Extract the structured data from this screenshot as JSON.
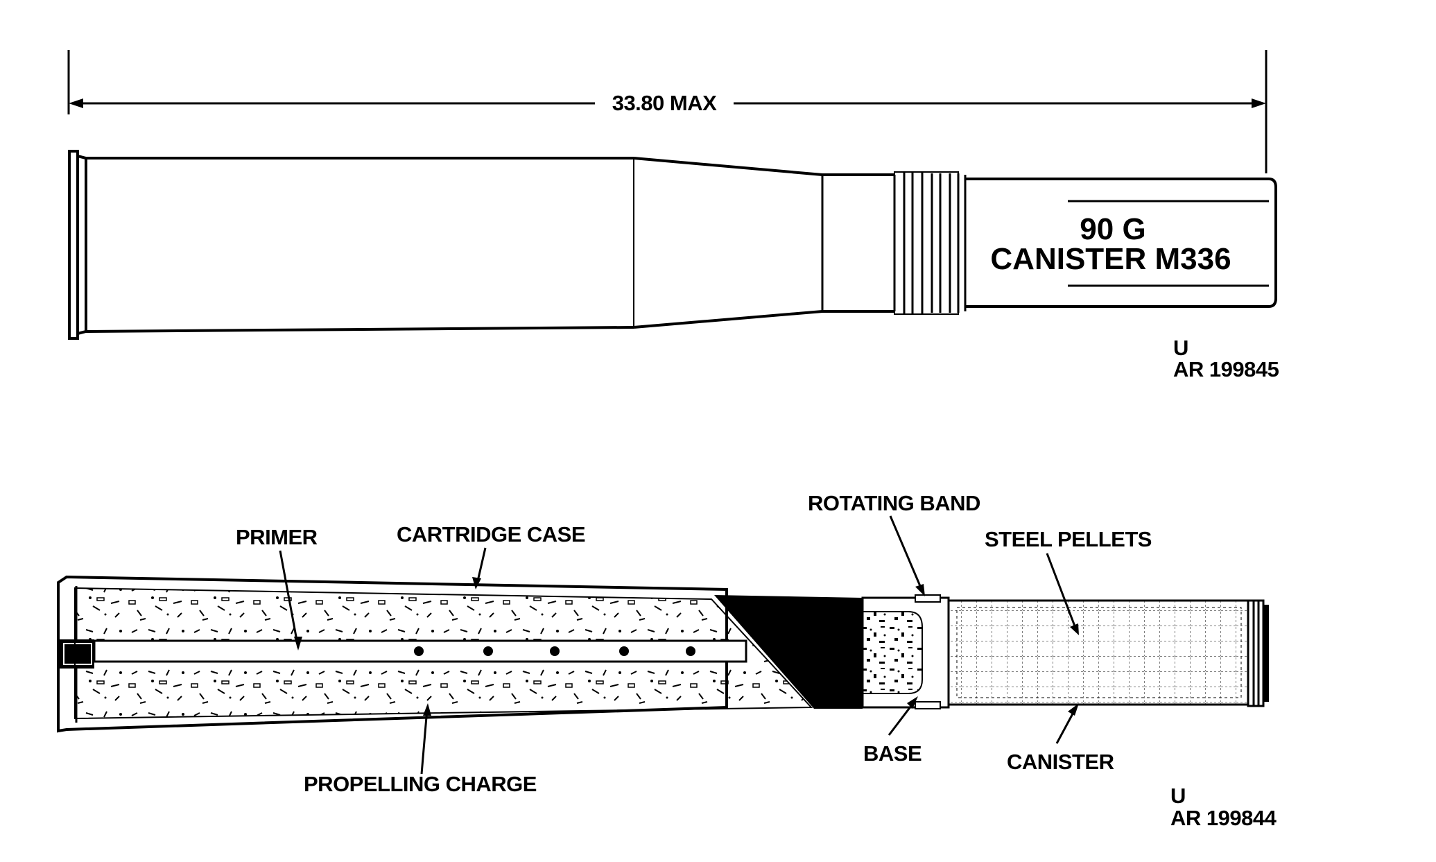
{
  "top_view": {
    "dimension_label": "33.80 MAX",
    "marking_line1": "90 G",
    "marking_line2": "CANISTER  M336",
    "drawing_code_letter": "U",
    "drawing_code_number": "AR 199845"
  },
  "bottom_view": {
    "labels": {
      "primer": "PRIMER",
      "cartridge_case": "CARTRIDGE CASE",
      "rotating_band": "ROTATING BAND",
      "steel_pellets": "STEEL PELLETS",
      "base": "BASE",
      "canister": "CANISTER",
      "propelling_charge": "PROPELLING CHARGE"
    },
    "drawing_code_letter": "U",
    "drawing_code_number": "AR 199844"
  }
}
